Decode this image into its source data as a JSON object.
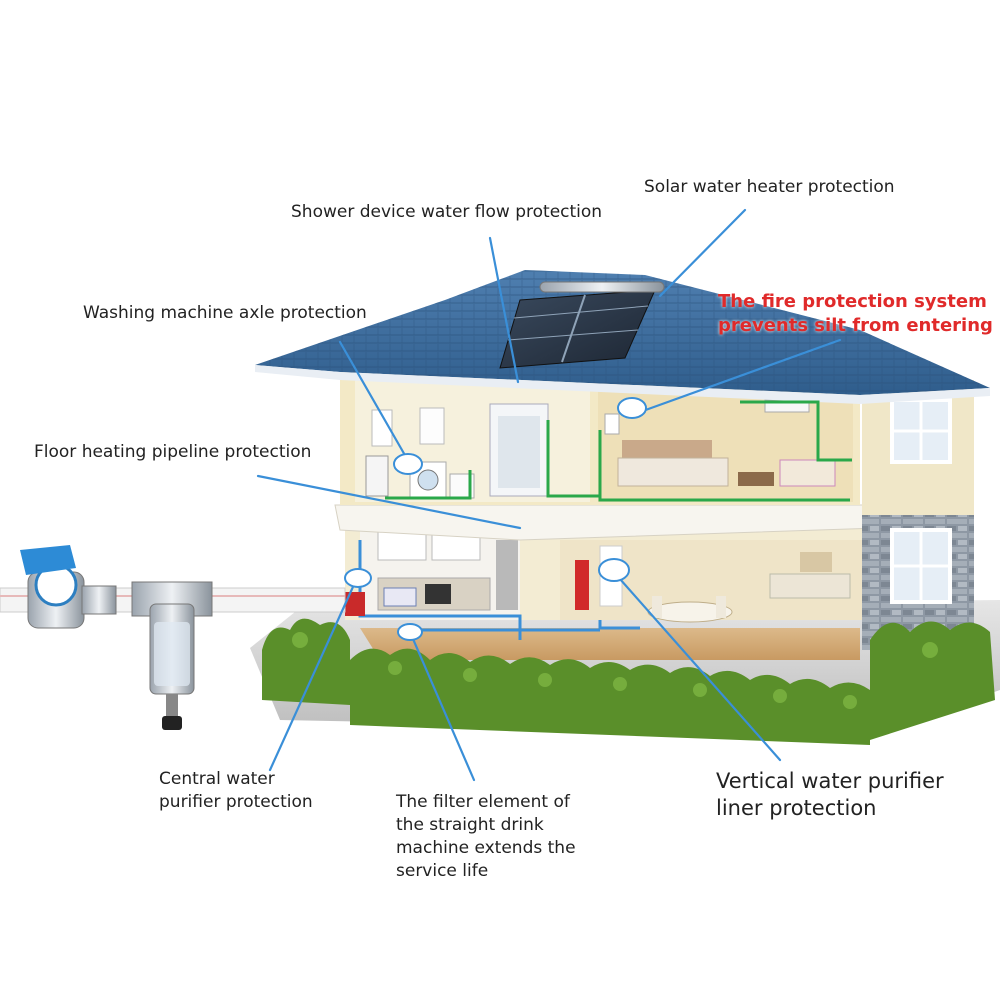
{
  "labels": {
    "solar": "Solar water heater protection",
    "shower": "Shower device water flow protection",
    "washing": "Washing machine axle protection",
    "fire_line1": "The fire protection system",
    "fire_line2": "prevents silt from entering",
    "floor": "Floor heating pipeline protection",
    "central_line1": "Central water",
    "central_line2": "purifier protection",
    "filter_line1": "The filter element of",
    "filter_line2": "the straight drink",
    "filter_line3": "machine extends the",
    "filter_line4": "service life",
    "vertical_line1": "Vertical water purifier",
    "vertical_line2": "liner protection"
  },
  "colors": {
    "leader_line": "#3a8fd8",
    "callout_highlight": "#e02a2a",
    "roof": "#3f6b9a",
    "wall": "#efe6c4",
    "pipe": "#2aa84a",
    "hedge": "#5a8f2a"
  }
}
